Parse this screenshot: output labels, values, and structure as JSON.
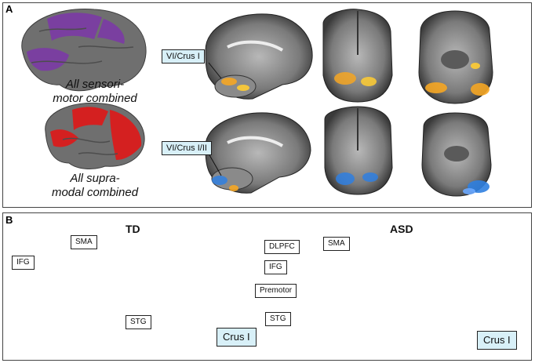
{
  "panels": {
    "a": {
      "letter": "A"
    },
    "b": {
      "letter": "B"
    }
  },
  "panel_a": {
    "caption_top": [
      "All sensori-",
      "motor combined"
    ],
    "caption_bottom": [
      "All supra-",
      "modal combined"
    ],
    "label_top": "VI/Crus I",
    "label_bottom": "VI/Crus I/II",
    "colors": {
      "sensorimotor": "#7a3fa0",
      "supramodal": "#d42020",
      "activation_warm": "#f5a623",
      "activation_cool": "#2f7fe0"
    }
  },
  "panel_b": {
    "td": {
      "title": "TD",
      "labels": {
        "sma": "SMA",
        "ifg": "IFG",
        "stg": "STG",
        "crus": "Crus I"
      }
    },
    "asd": {
      "title": "ASD",
      "labels": {
        "dlpfc": "DLPFC",
        "sma": "SMA",
        "ifg": "IFG",
        "premotor": "Premotor",
        "stg": "STG",
        "crus": "Crus I"
      }
    },
    "colors": {
      "connection": "#b03030"
    }
  }
}
